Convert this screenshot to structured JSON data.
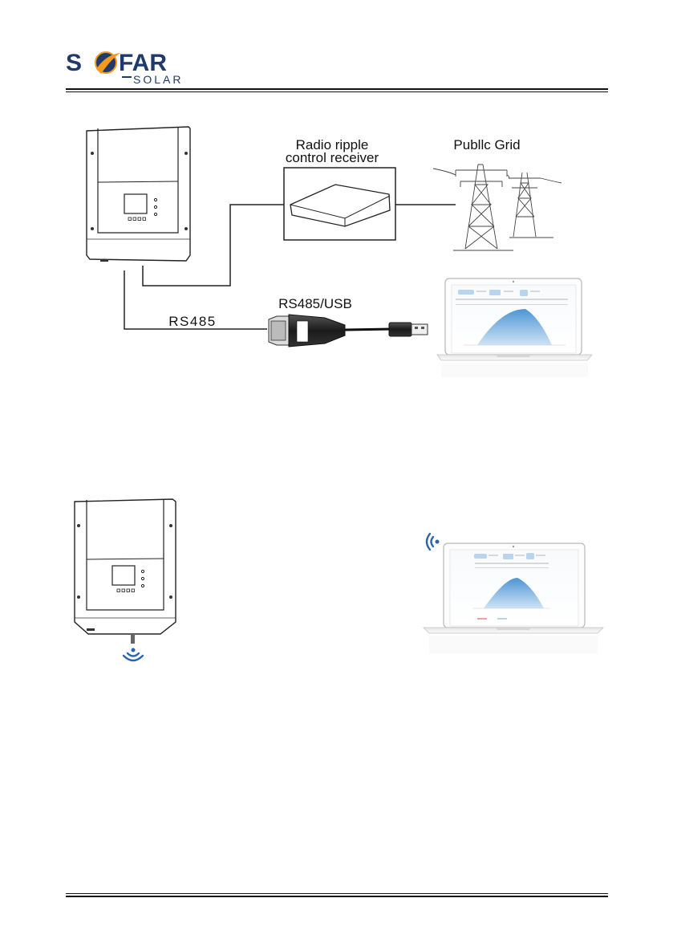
{
  "header": {
    "brand_word_1": "SOFAR",
    "brand_word_2": "SOLAR"
  },
  "diagram1": {
    "rrcr_label_line1": "Radio ripple",
    "rrcr_label_line2": "control receiver",
    "grid_label": "Publlc Grid",
    "rs485_label": "RS485",
    "converter_label": "RS485/USB"
  },
  "colors": {
    "brand_navy": "#1f3a6b",
    "brand_orange": "#f29a1d",
    "wifi_blue": "#2a66b0",
    "curve_blue": "#5a9fd8"
  }
}
